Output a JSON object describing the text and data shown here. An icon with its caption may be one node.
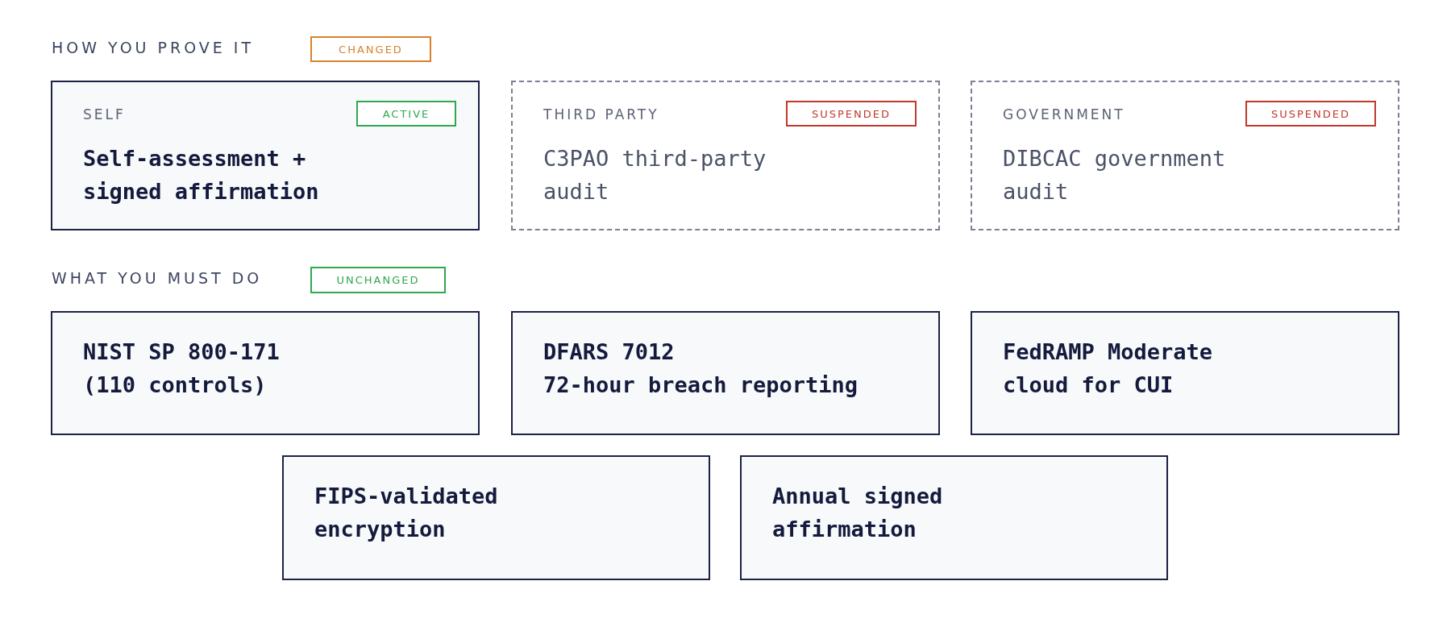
{
  "diagram": {
    "nodes": [
      {
        "text": [
          "CHANGED"
        ]
      },
      {
        "text": [
          "SELF",
          "Self-assessment + signed affirmation"
        ]
      },
      {
        "text": [
          "ACTIVE"
        ],
        "in": 1
      },
      {
        "text": [
          "THIRD PARTY",
          "C3PAO third-party audit"
        ]
      },
      {
        "text": [
          "SUSPENDED"
        ],
        "in": 3
      },
      {
        "text": [
          "GOVERNMENT",
          "DIBCAC government audit"
        ]
      },
      {
        "text": [
          "SUSPENDED"
        ],
        "in": 5
      },
      {
        "text": [
          "UNCHANGED"
        ]
      },
      {
        "text": [
          "NIST SP 800-171",
          "(110 controls)"
        ]
      },
      {
        "text": [
          "DFARS 7012",
          "72-hour breach reporting"
        ]
      },
      {
        "text": [
          "FedRAMP Moderate",
          "cloud for CUI"
        ]
      },
      {
        "text": [
          "FIPS-validated",
          "encryption"
        ]
      },
      {
        "text": [
          "Annual signed",
          "affirmation"
        ]
      }
    ],
    "edges": [],
    "labels": [
      "HOW YOU PROVE IT",
      "WHAT YOU MUST DO"
    ]
  }
}
